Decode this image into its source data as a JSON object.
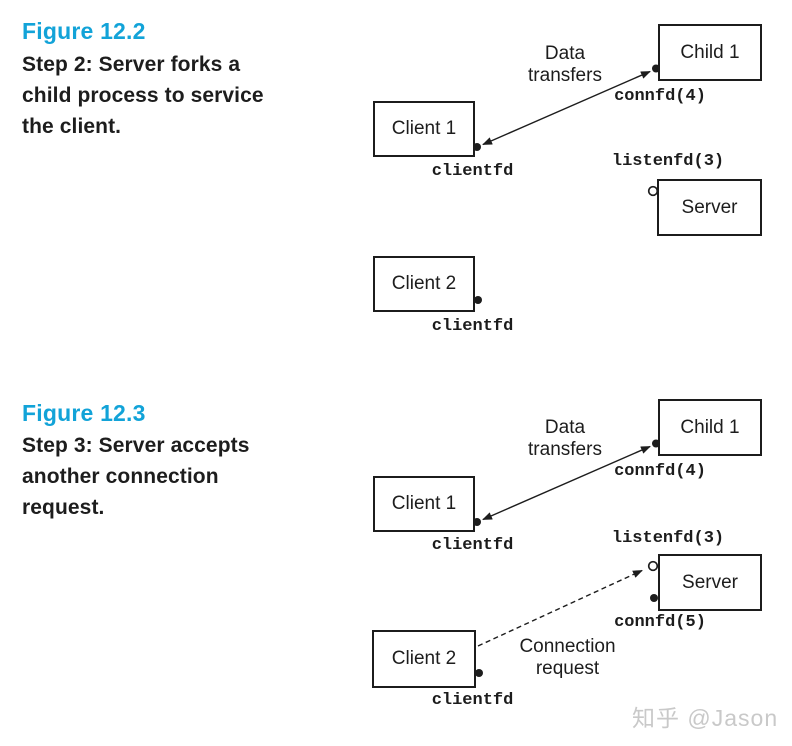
{
  "colors": {
    "accent_figure_title": "#12a3d8",
    "ink": "#1d1d1d",
    "watermark": "#c9c9c9"
  },
  "figures": [
    {
      "title": "Figure 12.2",
      "caption": "Step 2: Server forks a\nchild process to service\nthe client.",
      "boxes": {
        "child1": "Child 1",
        "client1": "Client 1",
        "server": "Server",
        "client2": "Client 2"
      },
      "labels": {
        "data_transfers": "Data\ntransfers",
        "connfd4": "connfd(4)",
        "clientfd_client1": "clientfd",
        "listenfd3": "listenfd(3)",
        "clientfd_client2": "clientfd"
      }
    },
    {
      "title": "Figure 12.3",
      "caption": "Step 3: Server accepts\nanother connection\nrequest.",
      "boxes": {
        "child1": "Child 1",
        "client1": "Client 1",
        "server": "Server",
        "client2": "Client 2"
      },
      "labels": {
        "data_transfers": "Data\ntransfers",
        "connfd4": "connfd(4)",
        "clientfd_client1": "clientfd",
        "listenfd3": "listenfd(3)",
        "connfd5": "connfd(5)",
        "connection_request": "Connection\nrequest",
        "clientfd_client2": "clientfd"
      }
    }
  ],
  "watermark": {
    "text": "知乎 @Jason"
  }
}
